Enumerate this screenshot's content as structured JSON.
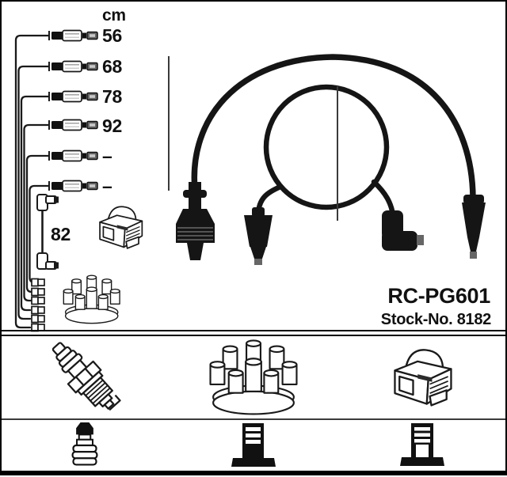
{
  "product": {
    "code": "RC-PG601",
    "stock_no": "Stock-No. 8182"
  },
  "measurements": {
    "unit_header": "cm",
    "rows": [
      {
        "label": "56"
      },
      {
        "label": "68"
      },
      {
        "label": "78"
      },
      {
        "label": "92"
      },
      {
        "label": "–"
      },
      {
        "label": "–"
      }
    ],
    "coil_lead": {
      "label": "82"
    }
  },
  "legend": {
    "cells": [
      {
        "icon": "spark-plug-icon"
      },
      {
        "icon": "distributor-cap-icon"
      },
      {
        "icon": "ignition-coil-icon"
      },
      {
        "icon": "plug-boot-icon"
      },
      {
        "icon": "coil-terminal-block-icon"
      },
      {
        "icon": "coil-terminal-socket-icon"
      }
    ]
  },
  "colors": {
    "line_art": "#1a1a1a",
    "solid_black": "#111111",
    "metal_gray": "#666666",
    "background": "#ffffff"
  }
}
